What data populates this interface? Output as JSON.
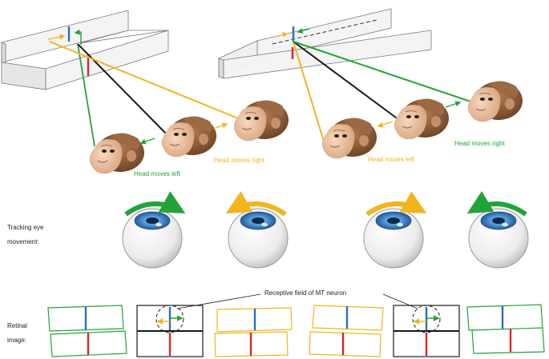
{
  "labels": {
    "head_moves_left": "Head moves left",
    "head_moves_right_1": "Head moves right",
    "head_moves_left_2": "Head moves left",
    "head_moves_right_2": "Head moves right",
    "tracking_line1": "Tracking eye",
    "tracking_line2": "movement:",
    "retinal_line1": "Retinal",
    "retinal_line2": "image:",
    "receptive_field": "Receptive field of MT neuron"
  },
  "colors": {
    "green": "#22a339",
    "yellow": "#f2b51e",
    "blue": "#2e6fb8",
    "red": "#d9262b",
    "black": "#1a1a1a",
    "iris": "#3f86c9",
    "fur": "#8a5a37",
    "face": "#eec6a6"
  }
}
